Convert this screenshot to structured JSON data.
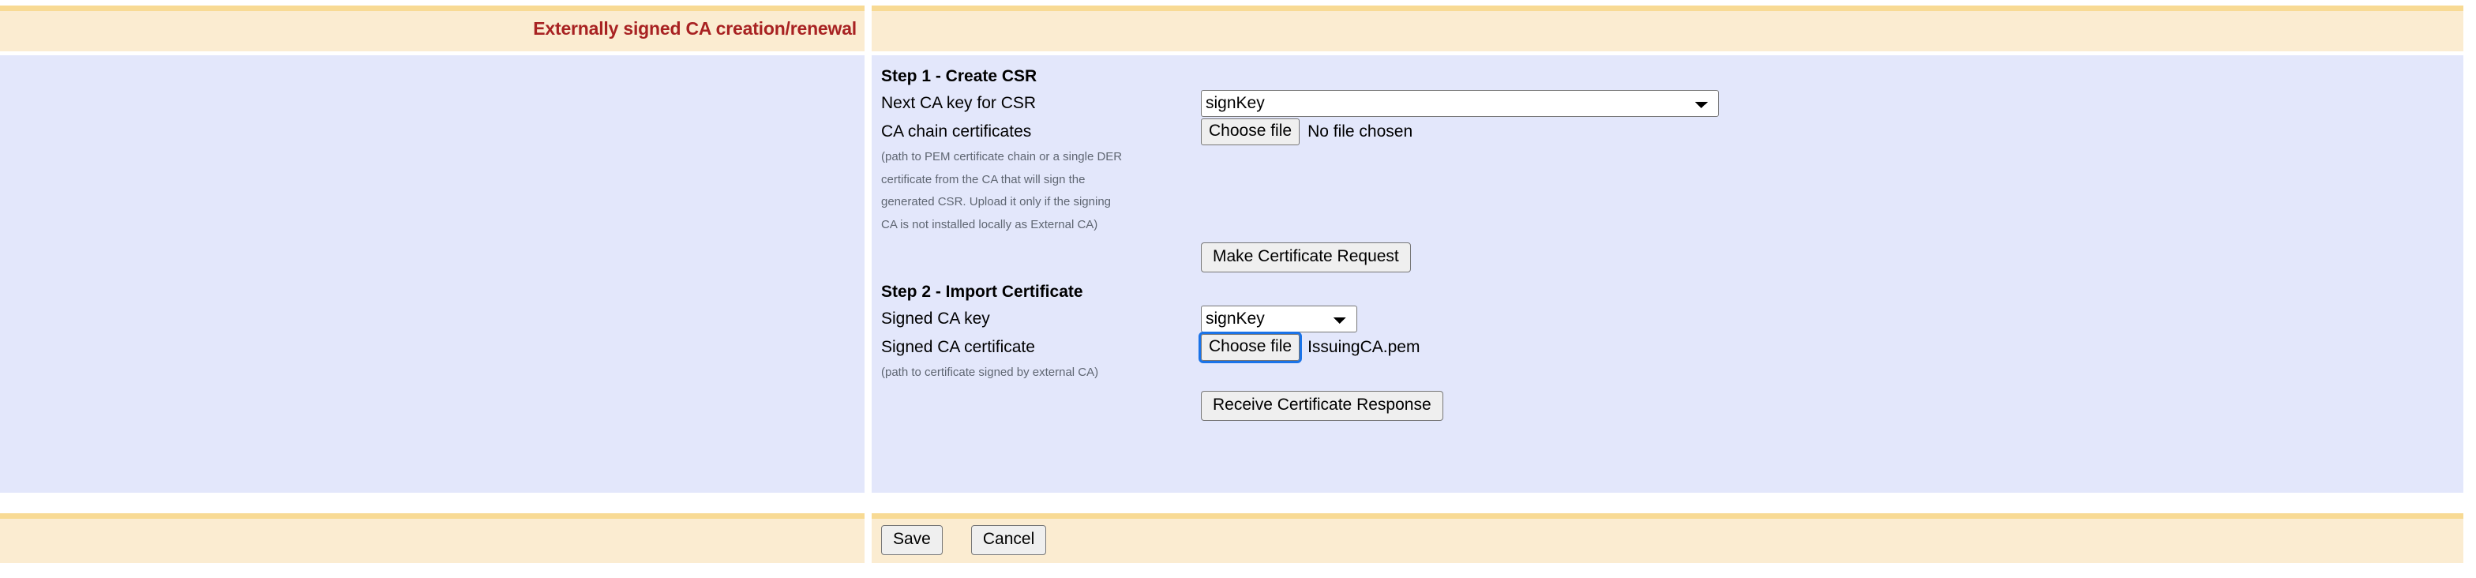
{
  "page": {
    "title": "Externally signed CA creation/renewal",
    "title_color": "#a82222",
    "header_bg": "#fbecd1",
    "header_stripe": "#f8da94",
    "body_bg": "#e3e7fb",
    "focus_color": "#1a73e8"
  },
  "step1": {
    "heading": "Step 1 - Create CSR",
    "key_label": "Next CA key for CSR",
    "key_value": "signKey",
    "key_options": [
      "signKey"
    ],
    "chain_label": "CA chain certificates",
    "chain_button": "Choose file",
    "chain_filename": "No file chosen",
    "hint_lines": [
      "(path to PEM certificate chain or a single DER",
      "certificate from the CA that will sign the",
      "generated CSR. Upload it only if the signing",
      "CA is not installed locally as External CA)"
    ],
    "submit_button": "Make Certificate Request"
  },
  "step2": {
    "heading": "Step 2 - Import Certificate",
    "key_label": "Signed CA key",
    "key_value": "signKey",
    "key_options": [
      "signKey"
    ],
    "cert_label": "Signed CA certificate",
    "cert_button": "Choose file",
    "cert_filename": "IssuingCA.pem",
    "hint": "(path to certificate signed by external CA)",
    "submit_button": "Receive Certificate Response"
  },
  "footer": {
    "save_label": "Save",
    "cancel_label": "Cancel"
  }
}
